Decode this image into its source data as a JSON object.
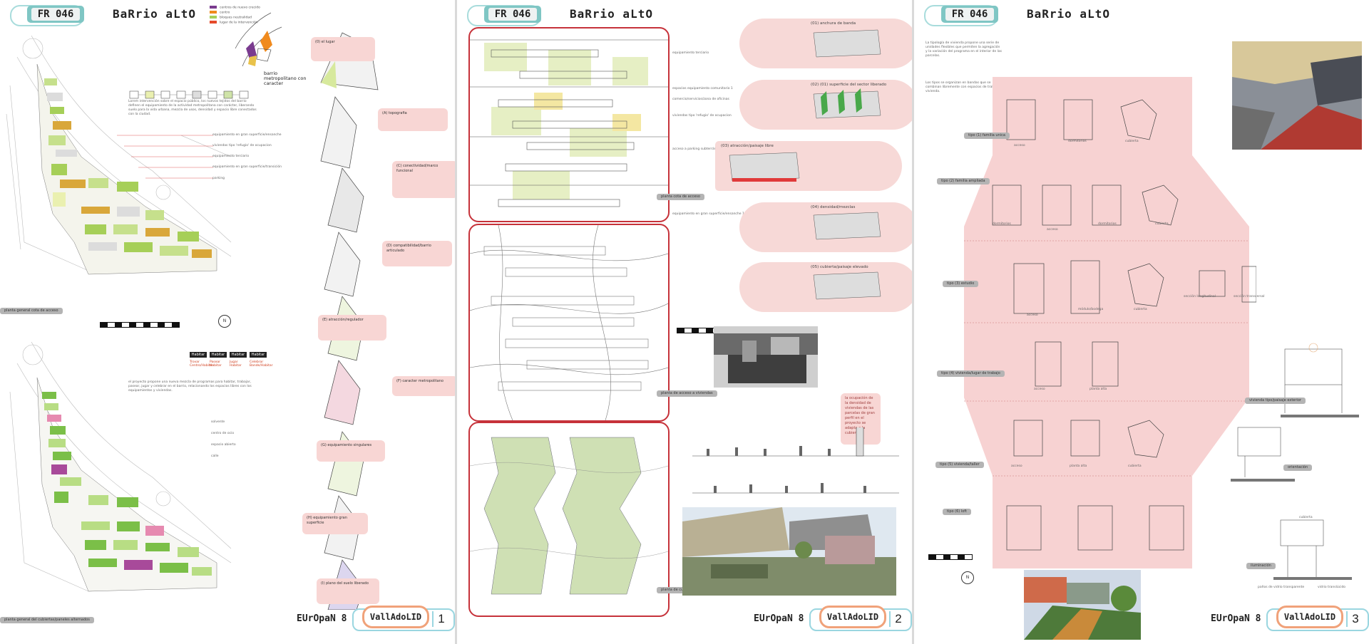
{
  "panels": [
    {
      "code": "FR 046",
      "title": "BaRrio aLtO",
      "europan": "EUrOpaN 8",
      "city": "VallAdoLID",
      "number": "1",
      "legend": [
        "centros de nuevo crecido",
        "centro",
        "bloques neutralidad",
        "lugar de la intervención"
      ],
      "motto": "barrio metropolitano con caracter",
      "section_labels": [
        "(0) el lugar",
        "(A) topografia",
        "(C) conectividad/marco funcional",
        "(D) compatibilidad/barrio articulado",
        "(E) atracción/regulador",
        "(F) caracter metropolitano",
        "(G) equipamiento singulares",
        "(H) equipamiento gran superficie",
        "(I) plano del suelo liberado"
      ],
      "tags": [
        "planta general cota de acceso",
        "planta general del cubiertas/paneles alternados"
      ],
      "callouts_top": [
        "equipamiento en gran superficie/ensanche",
        "viviendas tipo 'refugio' de ocupacion",
        "equipamiento terciario",
        "equipamiento en gran superficie/transición",
        "parking"
      ],
      "callouts_bottom": [
        "solvente",
        "centro de ocio",
        "espacio abierto",
        "calle"
      ],
      "program_labels": [
        "Habitar",
        "Habitar",
        "Habitar",
        "Habitar"
      ],
      "program_sub": [
        "Trovar Centro/Habitar",
        "Pasear Habitar",
        "Jugar Habitar",
        "Celebrar Bande/Habitar"
      ]
    },
    {
      "code": "FR 046",
      "title": "BaRrio aLtO",
      "europan": "EUrOpaN 8",
      "city": "VallAdoLID",
      "number": "2",
      "tags": [
        "planta cota de acceso",
        "planta de acceso a viviendas",
        "planta de cubierta/paisaje elevado"
      ],
      "right_labels": [
        "equipamiento terciario",
        "espacios equipamiento comunitario 1",
        "comercio/servicios/zona de oficinas",
        "viviendas tipo 'refugio' de ocupacion",
        "acceso a parking subterráneo",
        "equipamiento en gran superficie/ensanche 1"
      ],
      "capsule_heads": [
        "(01) anchura de banda",
        "(02) (01) superficie del sector liberado",
        "(03) atracción/paisaje libre",
        "(04) densidad/mezclas",
        "(05) cubierta/paisaje elevado"
      ],
      "note": "la ocupación de la densidad de viviendas de las parcelas de gran perfil en el proyecto se adapta a la cubierta"
    },
    {
      "code": "FR 046",
      "title": "BaRrio aLtO",
      "europan": "EUrOpaN 8",
      "city": "VallAdoLID",
      "number": "3",
      "types": [
        "tipo (1) familia unica",
        "tipo (2) familia ampliada",
        "tipo (3) estudio",
        "tipo (4) vivienda/lugar de trabajo",
        "tipo (5) vivienda/taller",
        "tipo (6) loft"
      ],
      "plan_labels": [
        "acceso",
        "dormitorios",
        "cubierta",
        "dormitorios",
        "acceso",
        "dormitorios",
        "cubierta",
        "acceso",
        "módulo/bodega",
        "cubierta",
        "sección longitudinal",
        "sección transversal",
        "acceso",
        "planta alta",
        "acceso",
        "planta alta",
        "cubierta"
      ],
      "detail_tags": [
        "vivienda tipo/paisaje exterior",
        "orientación",
        "iluminación"
      ],
      "detail_notes": [
        "paños de vidrio transparente",
        "vidrio translúcido",
        "cubierta"
      ]
    }
  ]
}
